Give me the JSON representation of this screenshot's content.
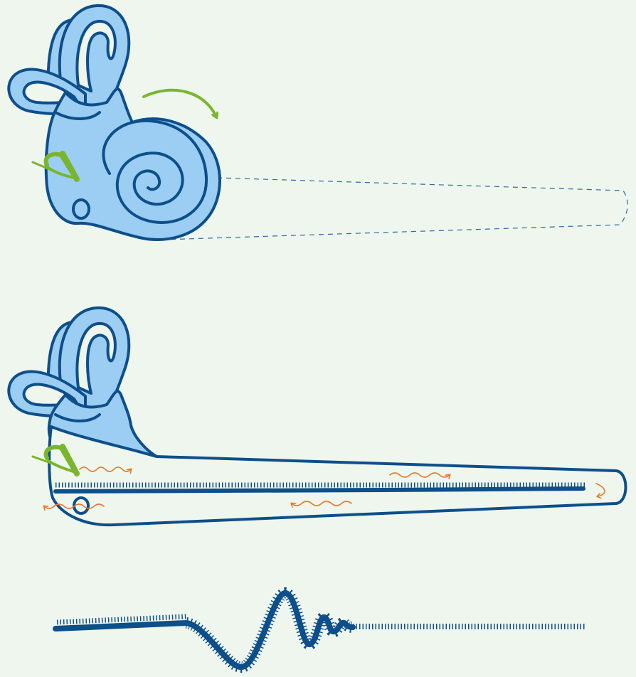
{
  "diagram": {
    "panels": [
      {
        "id": "coiled-cochlea",
        "description_visible": false
      },
      {
        "id": "uncoiled-cochlea",
        "description_visible": false
      },
      {
        "id": "basilar-membrane-wave",
        "description_visible": false
      }
    ],
    "colors": {
      "background": "#eef6ee",
      "labyrinth_fill": "#9ccdf2",
      "outline": "#0d4f8b",
      "stapes": "#7ab62d",
      "arrow_green": "#7ab62d",
      "pressure_wave": "#e8782a",
      "dashed_guide": "#2d6aa3"
    },
    "icons": {
      "labyrinth": "inner-ear-labyrinth-icon",
      "stapes": "stapes-icon",
      "uncoil_arrow": "curved-arrow-icon",
      "wave": "wavy-arrow-icon"
    }
  }
}
